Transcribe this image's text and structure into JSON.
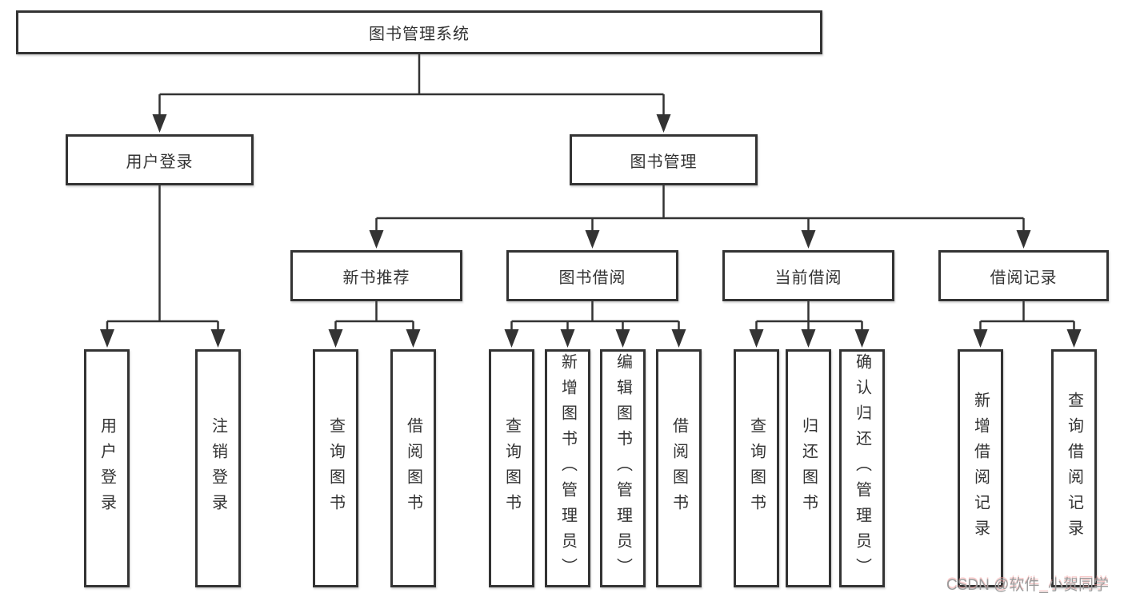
{
  "diagram_type": "function-structure-tree",
  "tree": {
    "root": "图书管理系统",
    "children": [
      {
        "label": "用户登录",
        "children": [
          "用户登录",
          "注销登录"
        ]
      },
      {
        "label": "图书管理",
        "children": [
          {
            "label": "新书推荐",
            "children": [
              "查询图书",
              "借阅图书"
            ]
          },
          {
            "label": "图书借阅",
            "children": [
              "查询图书",
              "新增图书（管理员）",
              "编辑图书（管理员）",
              "借阅图书"
            ]
          },
          {
            "label": "当前借阅",
            "children": [
              "查询图书",
              "归还图书",
              "确认归还（管理员）"
            ]
          },
          {
            "label": "借阅记录",
            "children": [
              "新增借阅记录",
              "查询借阅记录"
            ]
          }
        ]
      }
    ]
  },
  "watermark": {
    "text": "CSDN @软件_小贺同学"
  },
  "colors": {
    "line": "#333333",
    "box_fill": "#ffffff",
    "text": "#333333",
    "watermark_gray": "#9b9b9b",
    "watermark_shadow": "#f09a9a"
  }
}
